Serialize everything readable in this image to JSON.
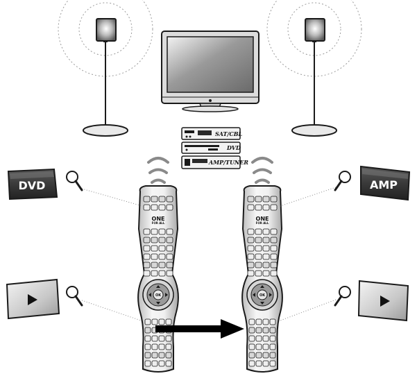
{
  "devices": {
    "sat": "SAT/CBL",
    "dvd": "DVD",
    "amp": "AMP/TUNER"
  },
  "buttons": {
    "left_top": "DVD",
    "right_top": "AMP",
    "play_icon": "play-icon"
  },
  "remote": {
    "brand_line1": "ONE",
    "brand_line2": "FOR ALL",
    "ok_label": "OK"
  },
  "colors": {
    "outline": "#1a1a1a",
    "button_dark": "#3a3a3a",
    "button_light": "#cfcfcf",
    "remote_body": "#e6e6e6",
    "arrow": "#000000"
  }
}
